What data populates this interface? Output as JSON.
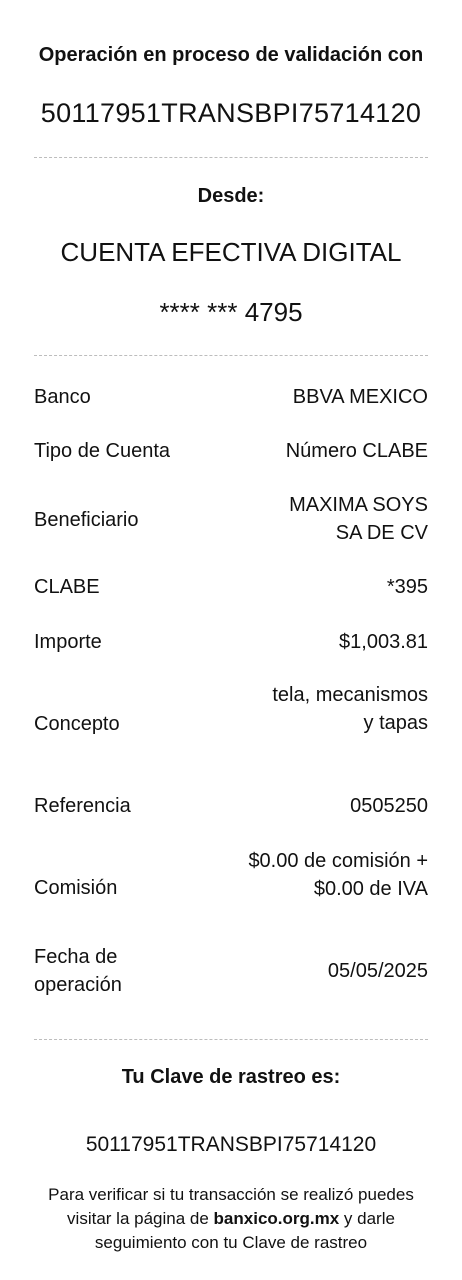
{
  "header": {
    "status_text": "Operación en proceso de validación con",
    "reference": "50117951TRANSBPI75714120"
  },
  "origin": {
    "label": "Desde:",
    "account_name": "CUENTA EFECTIVA DIGITAL",
    "account_number": "**** *** 4795"
  },
  "details": [
    {
      "label": "Banco",
      "value": "BBVA MEXICO"
    },
    {
      "label": "Tipo de Cuenta",
      "value": "Número CLABE"
    },
    {
      "label": "Beneficiario",
      "value": "MAXIMA SOYS SA DE CV"
    },
    {
      "label": "CLABE",
      "value": "*395"
    },
    {
      "label": "Importe",
      "value": "$1,003.81"
    },
    {
      "label": "Concepto",
      "value": "tela, mecanismos y tapas"
    },
    {
      "label": "Referencia",
      "value": "0505250"
    },
    {
      "label": "Comisión",
      "value": "$0.00 de comisión + $0.00 de IVA"
    },
    {
      "label": "Fecha de operación",
      "value": "05/05/2025"
    }
  ],
  "tracking": {
    "title": "Tu Clave de rastreo es:",
    "code": "50117951TRANSBPI75714120",
    "verify_prefix": "Para verificar si tu transacción se realizó puedes visitar la página de",
    "verify_site": "banxico.org.mx",
    "verify_suffix": "y darle seguimiento con tu Clave de rastreo"
  },
  "colors": {
    "text": "#111111",
    "divider": "#bdbdbd",
    "background": "#ffffff"
  }
}
